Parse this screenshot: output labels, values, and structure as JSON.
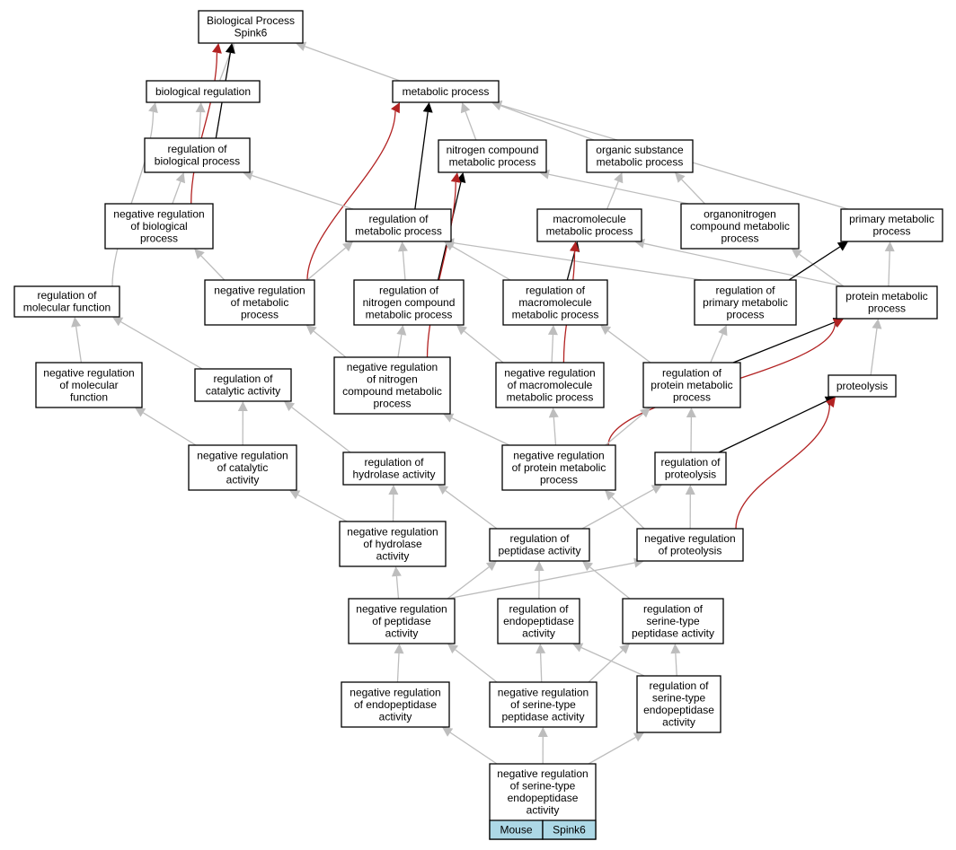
{
  "colors": {
    "gray": "#bdbdbd",
    "black": "#000000",
    "red": "#b22222",
    "org_fill": "#add8e6"
  },
  "nodes": {
    "root": [
      "Biological Process",
      "Spink6"
    ],
    "bio_reg": [
      "biological regulation"
    ],
    "met": [
      "metabolic process"
    ],
    "reg_bio": [
      "regulation of",
      "biological process"
    ],
    "nitro": [
      "nitrogen compound",
      "metabolic process"
    ],
    "org_sub": [
      "organic substance",
      "metabolic process"
    ],
    "neg_bio": [
      "negative regulation",
      "of biological",
      "process"
    ],
    "reg_met": [
      "regulation of",
      "metabolic process"
    ],
    "macro": [
      "macromolecule",
      "metabolic process"
    ],
    "organo": [
      "organonitrogen",
      "compound metabolic",
      "process"
    ],
    "primary": [
      "primary metabolic",
      "process"
    ],
    "reg_mol": [
      "regulation of",
      "molecular function"
    ],
    "neg_met": [
      "negative regulation",
      "of metabolic",
      "process"
    ],
    "reg_nitro": [
      "regulation of",
      "nitrogen compound",
      "metabolic process"
    ],
    "reg_macro": [
      "regulation of",
      "macromolecule",
      "metabolic process"
    ],
    "reg_prim": [
      "regulation of",
      "primary metabolic",
      "process"
    ],
    "prot_met": [
      "protein metabolic",
      "process"
    ],
    "neg_mol": [
      "negative regulation",
      "of molecular",
      "function"
    ],
    "reg_cat": [
      "regulation of",
      "catalytic activity"
    ],
    "neg_nitro": [
      "negative regulation",
      "of nitrogen",
      "compound metabolic",
      "process"
    ],
    "neg_macro": [
      "negative regulation",
      "of macromolecule",
      "metabolic process"
    ],
    "reg_prot": [
      "regulation of",
      "protein metabolic",
      "process"
    ],
    "proteolysis": [
      "proteolysis"
    ],
    "neg_cat": [
      "negative regulation",
      "of catalytic",
      "activity"
    ],
    "reg_hyd": [
      "regulation of",
      "hydrolase activity"
    ],
    "neg_prot": [
      "negative regulation",
      "of protein metabolic",
      "process"
    ],
    "reg_proteo": [
      "regulation of",
      "proteolysis"
    ],
    "neg_hyd": [
      "negative regulation",
      "of hydrolase",
      "activity"
    ],
    "reg_pep": [
      "regulation of",
      "peptidase activity"
    ],
    "neg_proteo": [
      "negative regulation",
      "of proteolysis"
    ],
    "neg_pep": [
      "negative regulation",
      "of peptidase",
      "activity"
    ],
    "reg_endo": [
      "regulation of",
      "endopeptidase",
      "activity"
    ],
    "reg_ser": [
      "regulation of",
      "serine-type",
      "peptidase activity"
    ],
    "neg_endo": [
      "negative regulation",
      "of endopeptidase",
      "activity"
    ],
    "neg_ser": [
      "negative regulation",
      "of serine-type",
      "peptidase activity"
    ],
    "reg_ser_endo": [
      "regulation of",
      "serine-type",
      "endopeptidase",
      "activity"
    ],
    "leaf": [
      "negative regulation",
      "of serine-type",
      "endopeptidase",
      "activity"
    ]
  },
  "leaf_table": {
    "organism": "Mouse",
    "gene": "Spink6"
  },
  "edges": [
    [
      "bio_reg",
      "root",
      "gray"
    ],
    [
      "met",
      "root",
      "gray"
    ],
    [
      "reg_bio",
      "root",
      "black"
    ],
    [
      "neg_bio",
      "root",
      "red"
    ],
    [
      "reg_bio",
      "bio_reg",
      "gray"
    ],
    [
      "reg_mol",
      "bio_reg",
      "gray"
    ],
    [
      "nitro",
      "met",
      "gray"
    ],
    [
      "org_sub",
      "met",
      "gray"
    ],
    [
      "primary",
      "met",
      "gray"
    ],
    [
      "reg_met",
      "met",
      "black"
    ],
    [
      "neg_met",
      "met",
      "red"
    ],
    [
      "neg_bio",
      "reg_bio",
      "gray"
    ],
    [
      "reg_met",
      "reg_bio",
      "gray"
    ],
    [
      "reg_nitro",
      "nitro",
      "black"
    ],
    [
      "neg_nitro",
      "nitro",
      "red"
    ],
    [
      "organo",
      "nitro",
      "gray"
    ],
    [
      "macro",
      "org_sub",
      "gray"
    ],
    [
      "organo",
      "org_sub",
      "gray"
    ],
    [
      "neg_met",
      "neg_bio",
      "gray"
    ],
    [
      "neg_met",
      "reg_met",
      "gray"
    ],
    [
      "reg_nitro",
      "reg_met",
      "gray"
    ],
    [
      "reg_macro",
      "reg_met",
      "gray"
    ],
    [
      "reg_prim",
      "reg_met",
      "gray"
    ],
    [
      "reg_macro",
      "macro",
      "black"
    ],
    [
      "neg_macro",
      "macro",
      "red"
    ],
    [
      "prot_met",
      "macro",
      "gray"
    ],
    [
      "prot_met",
      "organo",
      "gray"
    ],
    [
      "prot_met",
      "primary",
      "gray"
    ],
    [
      "reg_prim",
      "primary",
      "black"
    ],
    [
      "reg_cat",
      "reg_mol",
      "gray"
    ],
    [
      "neg_mol",
      "reg_mol",
      "gray"
    ],
    [
      "neg_nitro",
      "neg_met",
      "gray"
    ],
    [
      "neg_nitro",
      "reg_nitro",
      "gray"
    ],
    [
      "neg_macro",
      "reg_nitro",
      "gray"
    ],
    [
      "neg_macro",
      "reg_macro",
      "gray"
    ],
    [
      "reg_prot",
      "reg_macro",
      "gray"
    ],
    [
      "reg_prot",
      "reg_prim",
      "gray"
    ],
    [
      "reg_prot",
      "prot_met",
      "black"
    ],
    [
      "neg_prot",
      "prot_met",
      "red"
    ],
    [
      "proteolysis",
      "prot_met",
      "gray"
    ],
    [
      "neg_cat",
      "neg_mol",
      "gray"
    ],
    [
      "neg_cat",
      "reg_cat",
      "gray"
    ],
    [
      "reg_hyd",
      "reg_cat",
      "gray"
    ],
    [
      "neg_prot",
      "neg_nitro",
      "gray"
    ],
    [
      "neg_prot",
      "neg_macro",
      "gray"
    ],
    [
      "neg_prot",
      "reg_prot",
      "gray"
    ],
    [
      "reg_proteo",
      "reg_prot",
      "gray"
    ],
    [
      "reg_proteo",
      "proteolysis",
      "black"
    ],
    [
      "neg_proteo",
      "proteolysis",
      "red"
    ],
    [
      "neg_hyd",
      "neg_cat",
      "gray"
    ],
    [
      "neg_hyd",
      "reg_hyd",
      "gray"
    ],
    [
      "reg_pep",
      "reg_hyd",
      "gray"
    ],
    [
      "neg_proteo",
      "neg_prot",
      "gray"
    ],
    [
      "neg_proteo",
      "reg_proteo",
      "gray"
    ],
    [
      "reg_pep",
      "reg_proteo",
      "gray"
    ],
    [
      "neg_pep",
      "neg_hyd",
      "gray"
    ],
    [
      "neg_pep",
      "reg_pep",
      "gray"
    ],
    [
      "neg_pep",
      "neg_proteo",
      "gray"
    ],
    [
      "reg_endo",
      "reg_pep",
      "gray"
    ],
    [
      "reg_ser",
      "reg_pep",
      "gray"
    ],
    [
      "neg_endo",
      "neg_pep",
      "gray"
    ],
    [
      "neg_ser",
      "neg_pep",
      "gray"
    ],
    [
      "neg_ser",
      "reg_endo",
      "gray"
    ],
    [
      "neg_ser",
      "reg_ser",
      "gray"
    ],
    [
      "reg_ser_endo",
      "reg_endo",
      "gray"
    ],
    [
      "reg_ser_endo",
      "reg_ser",
      "gray"
    ],
    [
      "leaf",
      "neg_endo",
      "gray"
    ],
    [
      "leaf",
      "neg_ser",
      "gray"
    ],
    [
      "leaf",
      "reg_ser_endo",
      "gray"
    ]
  ]
}
